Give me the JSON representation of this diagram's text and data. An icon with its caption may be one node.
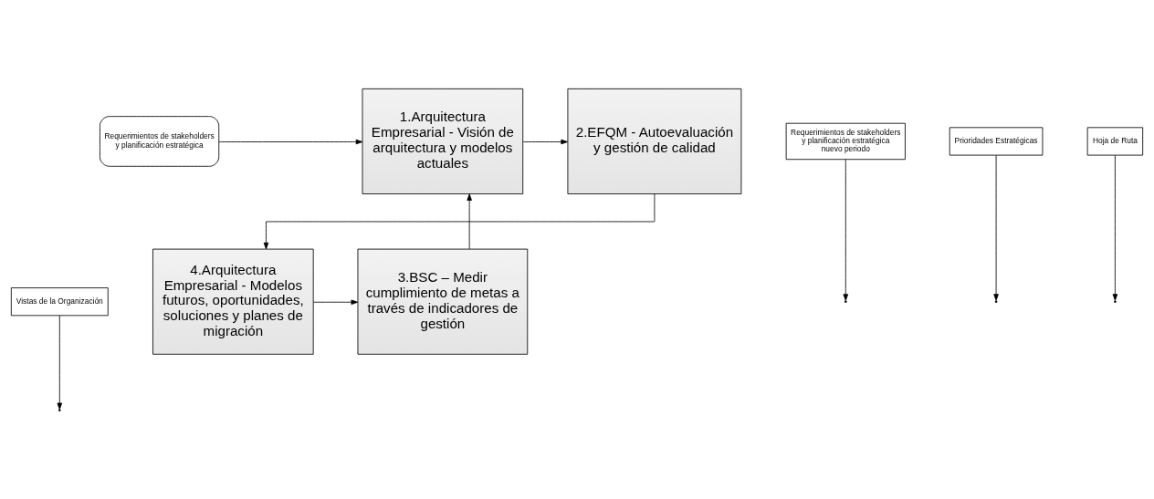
{
  "diagram": {
    "nodes": [
      {
        "text": [
          "Requerimientos de stakeholders y planificación estratégica"
        ]
      },
      {
        "text": [
          "1.Arquitectura Empresarial - Visión de arquitectura y modelos actuales"
        ]
      },
      {
        "text": [
          "Vistas de la Organización"
        ]
      },
      {
        "text": [
          "2.EFQM - Autoevaluación y gestión de calidad"
        ]
      },
      {
        "text": [
          "Requerimientos de stakeholders y planificación estratégica nuevo periodo"
        ]
      },
      {
        "text": [
          "Prioridades Estratégicas"
        ]
      },
      {
        "text": [
          "3.BSC – Medir cumplimiento de metas a través de indicadores de gestión"
        ]
      },
      {
        "text": [
          "Hoja de Ruta"
        ]
      },
      {
        "text": [
          "4.Arquitectura Empresarial - Modelos futuros, oportunidades, soluciones y planes de migración"
        ]
      }
    ],
    "edges": [
      {
        "from": 0,
        "to": 1,
        "arrow": "to"
      },
      {
        "from": 1,
        "to": 3,
        "arrow": "to"
      },
      {
        "from": 2,
        "to": null,
        "arrow": "to"
      },
      {
        "from": 3,
        "to": 8,
        "arrow": "to"
      },
      {
        "from": 5,
        "to": null,
        "arrow": "to"
      },
      {
        "from": 8,
        "to": 6,
        "arrow": "to"
      },
      {
        "from": 7,
        "to": null,
        "arrow": "to"
      },
      {
        "from": 6,
        "to": 1,
        "arrow": "to"
      },
      {
        "from": 4,
        "to": null,
        "arrow": "to"
      }
    ]
  }
}
